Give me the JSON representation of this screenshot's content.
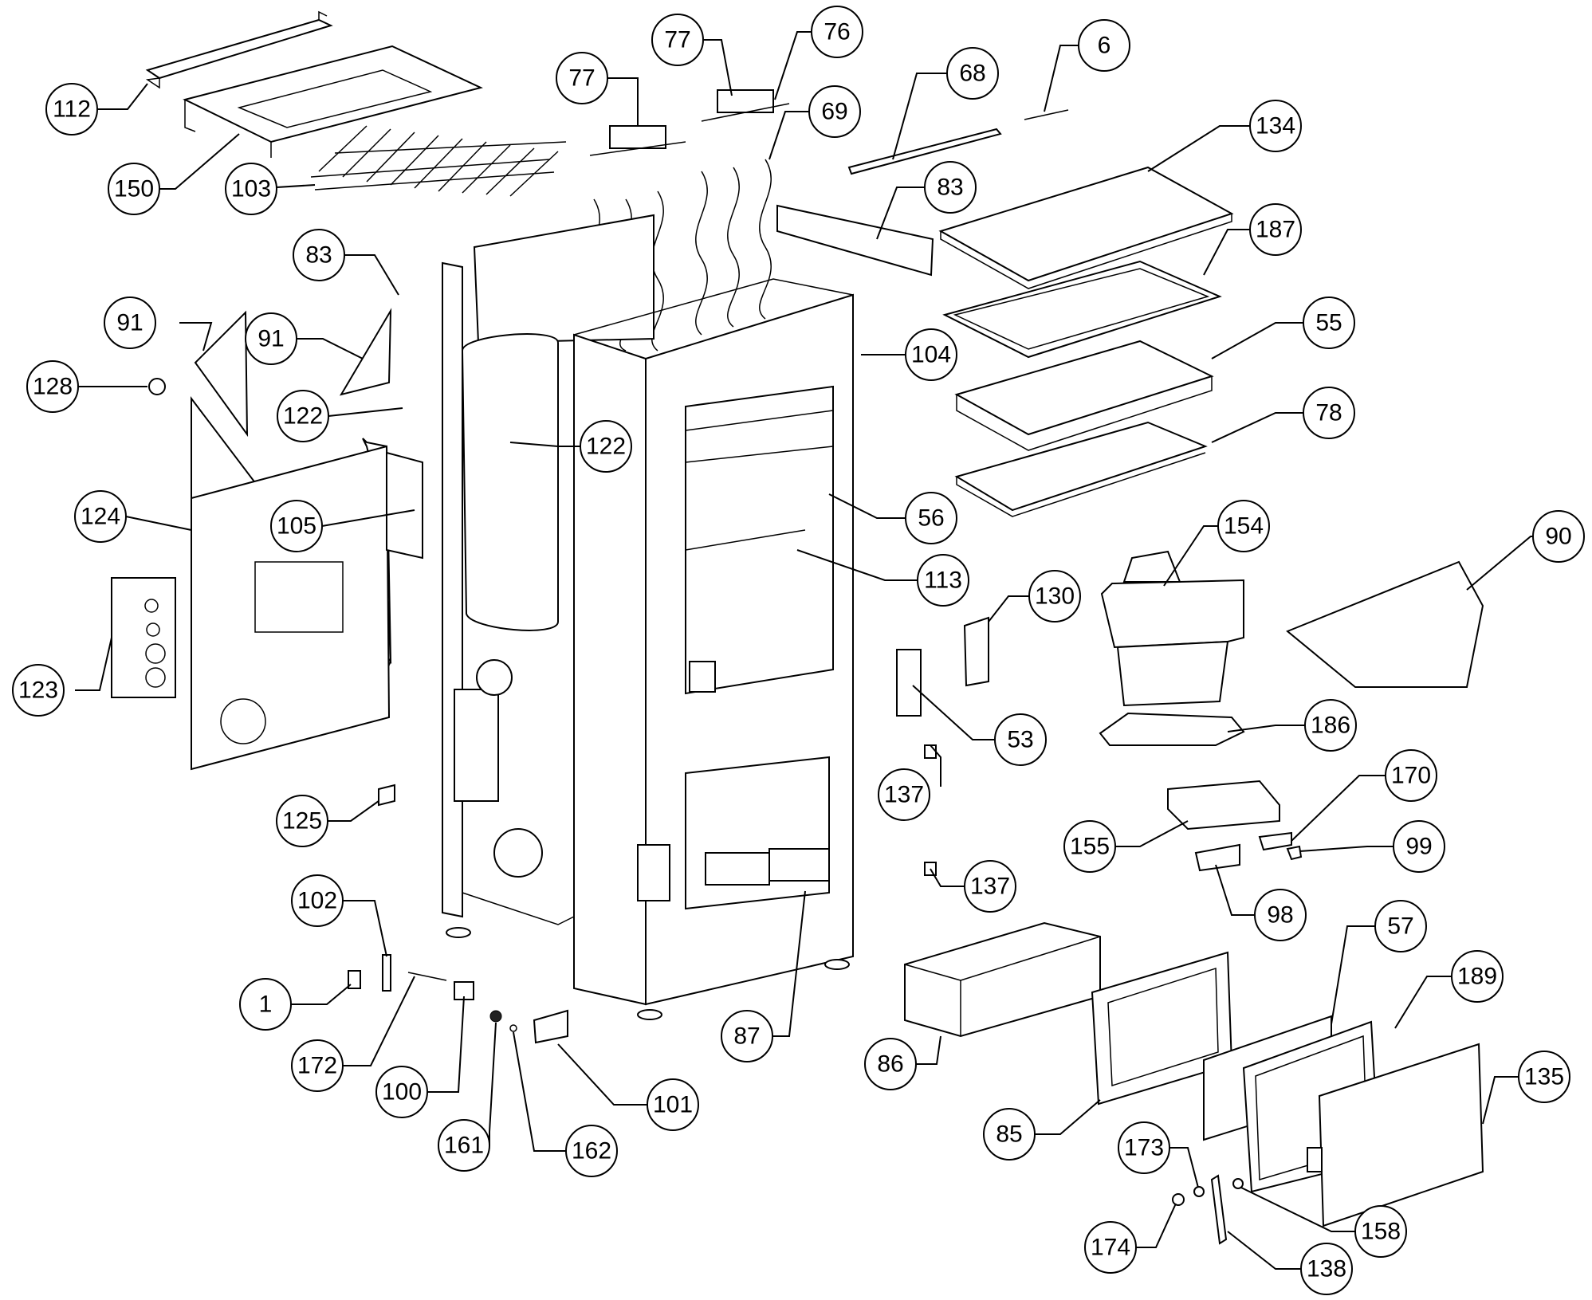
{
  "diagram": {
    "callout_labels": [
      "112",
      "150",
      "103",
      "77",
      "77",
      "76",
      "69",
      "68",
      "6",
      "134",
      "83",
      "187",
      "83",
      "91",
      "91",
      "128",
      "122",
      "122",
      "104",
      "55",
      "78",
      "124",
      "105",
      "56",
      "113",
      "123",
      "154",
      "90",
      "130",
      "53",
      "186",
      "170",
      "137",
      "125",
      "155",
      "99",
      "137",
      "98",
      "102",
      "1",
      "172",
      "100",
      "161",
      "162",
      "101",
      "87",
      "86",
      "85",
      "57",
      "189",
      "135",
      "173",
      "174",
      "138",
      "158"
    ]
  }
}
